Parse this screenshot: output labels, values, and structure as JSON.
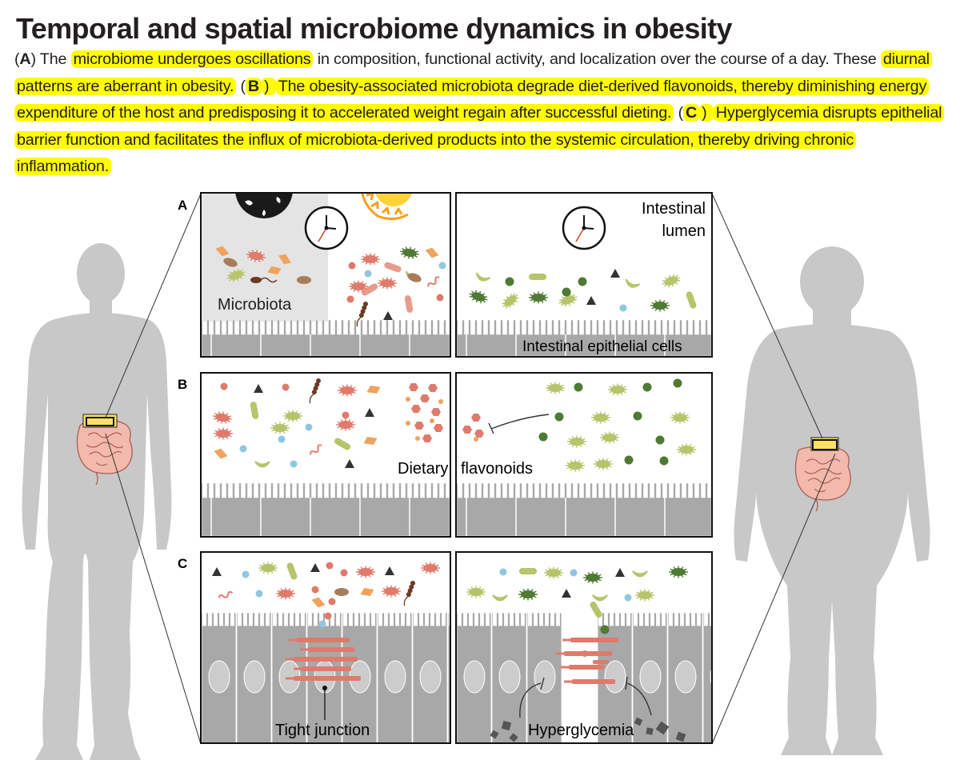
{
  "title": "Temporal and spatial microbiome dynamics in obesity",
  "caption": [
    {
      "t": "(",
      "hl": false,
      "b": false
    },
    {
      "t": "A",
      "hl": false,
      "b": true
    },
    {
      "t": ") The ",
      "hl": false,
      "b": false
    },
    {
      "t": "microbiome undergoes oscillations",
      "hl": true,
      "b": false
    },
    {
      "t": " in composition, functional activity, and localization over the course of a day. These ",
      "hl": false,
      "b": false
    },
    {
      "t": "diurnal patterns are aberrant in obesity.",
      "hl": true,
      "b": false
    },
    {
      "t": " (",
      "hl": false,
      "b": false
    },
    {
      "t": "B",
      "hl": true,
      "b": true
    },
    {
      "t": ") ",
      "hl": true,
      "b": false
    },
    {
      "t": "The obesity-associated microbiota degrade diet-derived flavonoids, thereby diminishing energy expenditure of the host and predisposing it to accelerated weight regain after successful dieting.",
      "hl": true,
      "b": false
    },
    {
      "t": " (",
      "hl": false,
      "b": false
    },
    {
      "t": "C",
      "hl": true,
      "b": true
    },
    {
      "t": ") ",
      "hl": true,
      "b": false
    },
    {
      "t": "Hyperglycemia disrupts epithelial barrier function and facilitates the influx of microbiota-derived products into the systemic circulation, thereby driving chronic inflammation.",
      "hl": true,
      "b": false
    }
  ],
  "panels": {
    "a": {
      "letter": "A",
      "label_microbiota": "Microbiota",
      "label_lumen_1": "Intestinal",
      "label_lumen_2": "lumen",
      "label_epithelial": "Intestinal epithelial cells"
    },
    "b": {
      "letter": "B",
      "label_dietary": "Dietary",
      "label_flavonoids": "flavonoids"
    },
    "c": {
      "letter": "C",
      "label_tight_junction": "Tight junction",
      "label_hyperglycemia": "Hyperglycemia"
    }
  },
  "colors": {
    "highlight": "#fffb00",
    "silhouette": "#c8c8c8",
    "salmon": "#e07a6b",
    "pink_rod": "#e89b8c",
    "orange": "#f0a35a",
    "teal": "#8fc7e0",
    "olive": "#b7c46a",
    "dark_green": "#4f7a33",
    "brown": "#6b3a22",
    "epithelium": "#a8a8a8",
    "night_bg": "#e4e4e4"
  },
  "icons": [
    "moon-icon",
    "sun-icon",
    "clock-icon",
    "human-silhouette-lean",
    "human-silhouette-obese",
    "intestine-icon"
  ]
}
